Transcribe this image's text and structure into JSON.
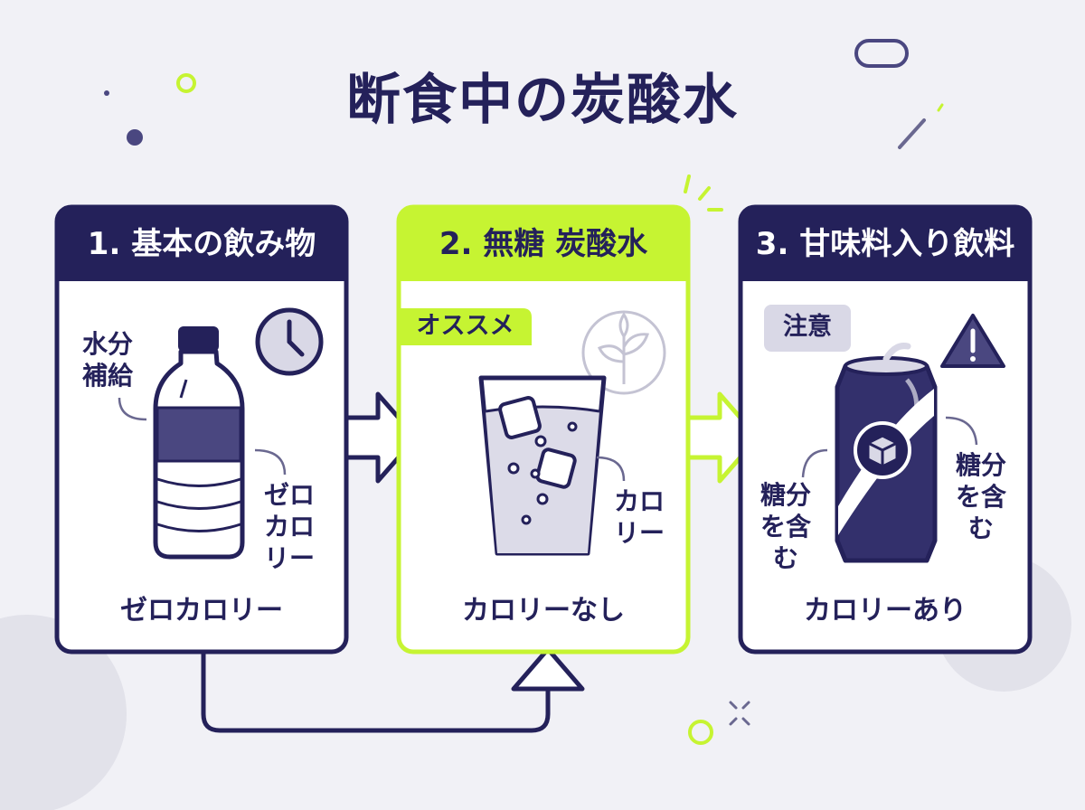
{
  "title": "断食中の炭酸水",
  "cards": [
    {
      "heading": "1. 基本の飲み物",
      "label_left": "水分\n補給",
      "label_right": "ゼロ\nカロ\nリー",
      "footer": "ゼロカロリー",
      "icon": "water-bottle-icon"
    },
    {
      "heading": "2. 無糖 炭酸水",
      "badge": "オススメ",
      "label_right": "カロ\nリー",
      "footer": "カロリーなし",
      "icon": "sparkling-glass-icon"
    },
    {
      "heading": "3. 甘味料入り飲料",
      "badge": "注意",
      "label_left": "糖分\nを含\nむ",
      "label_right": "糖分\nを含\nむ",
      "footer": "カロリーあり",
      "icon": "soda-can-icon"
    }
  ],
  "colors": {
    "navy": "#24215a",
    "lime": "#c6f432",
    "background": "#f1f1f6",
    "card": "#ffffff",
    "badge_gray": "#d9d8e6"
  }
}
